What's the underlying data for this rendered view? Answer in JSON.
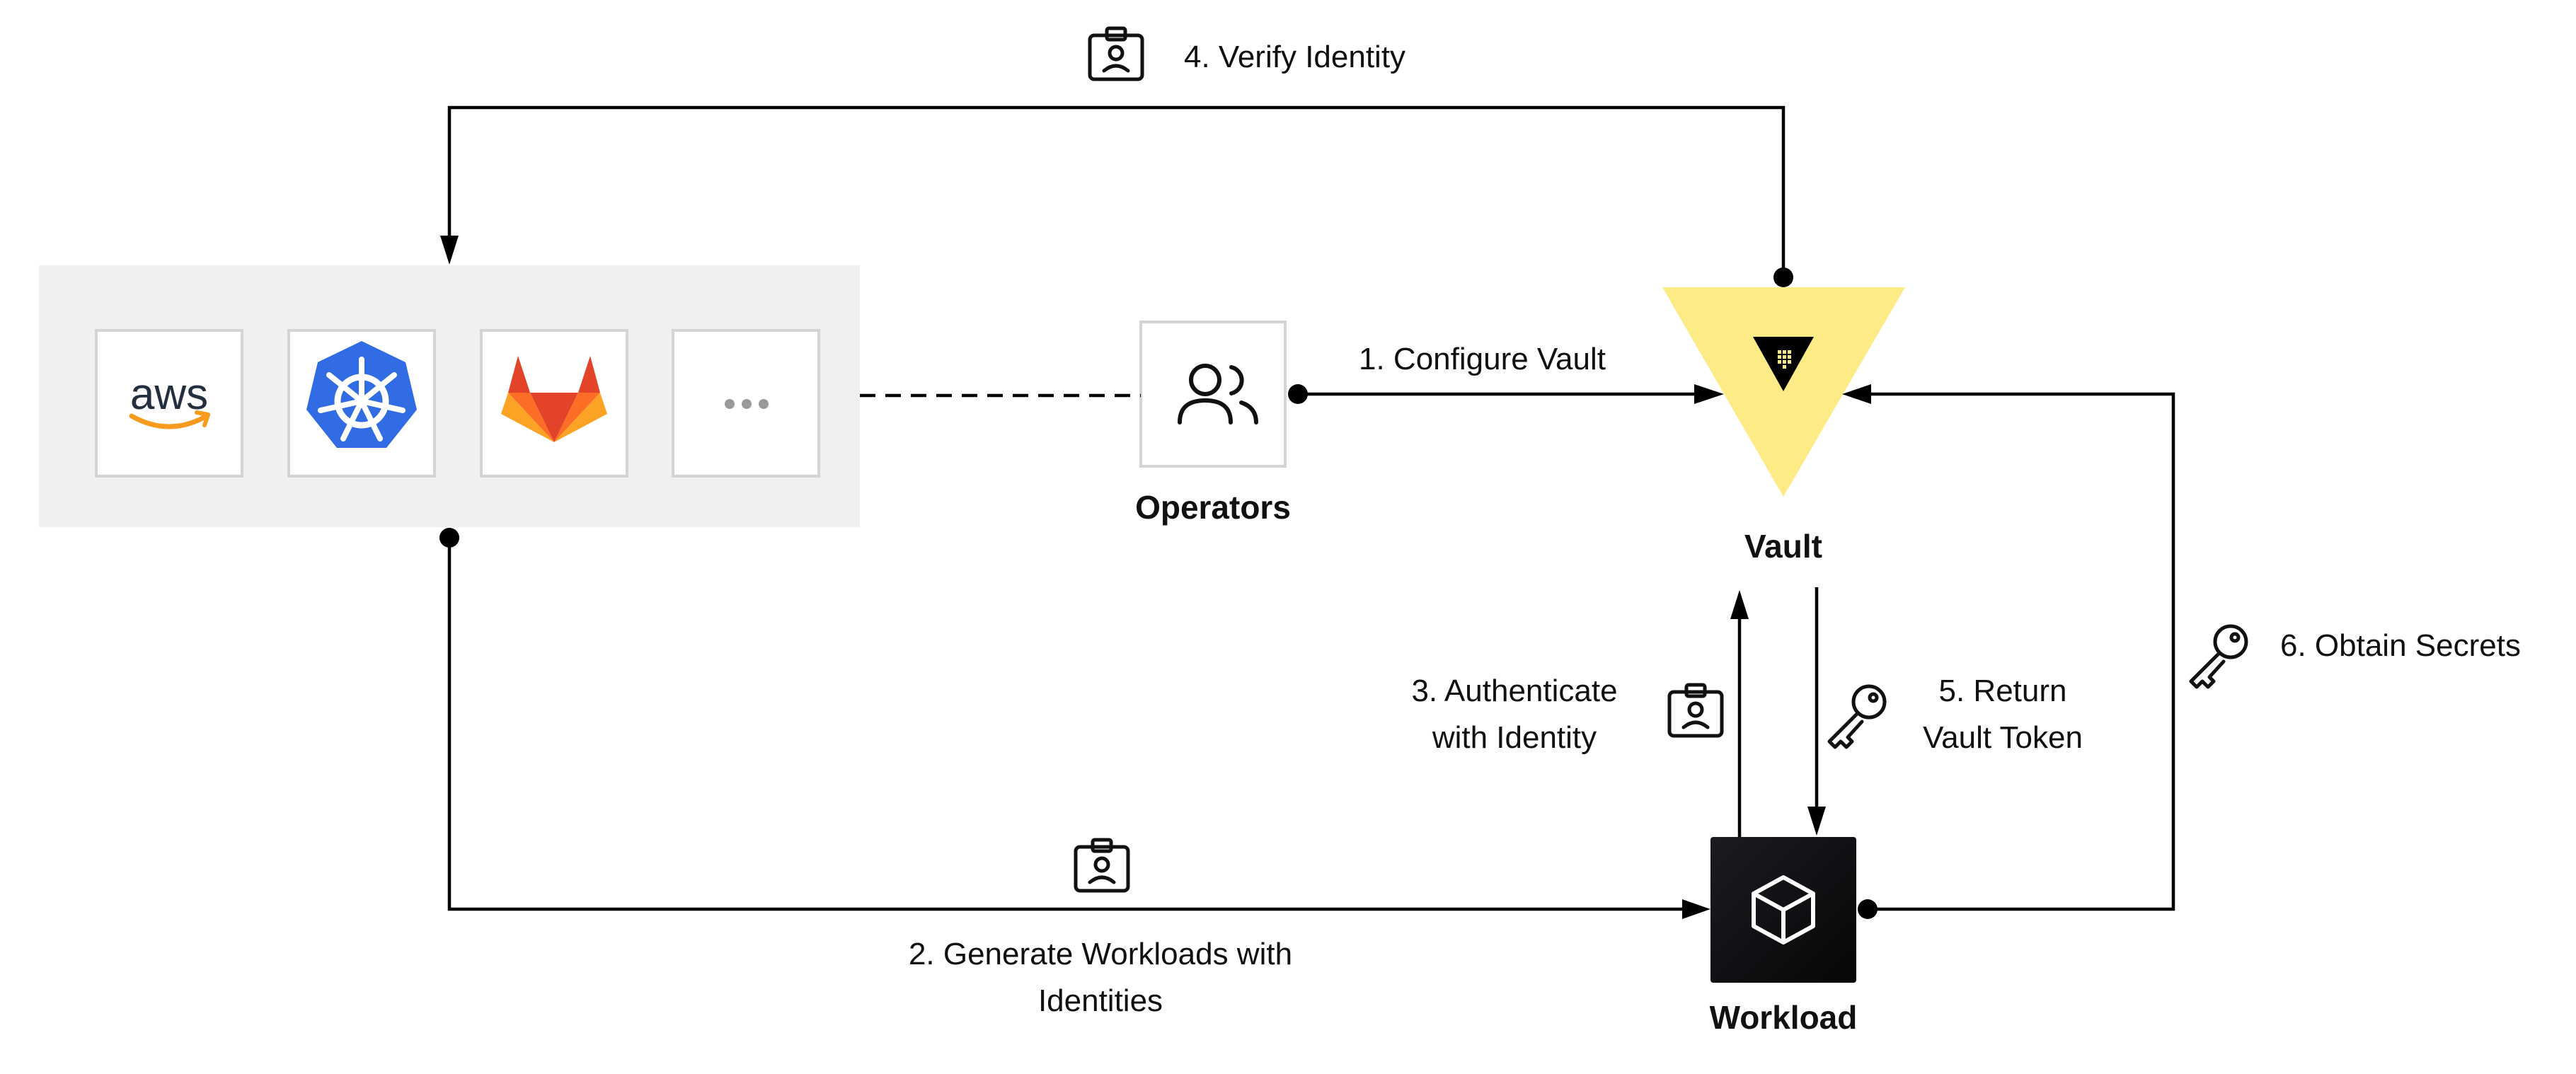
{
  "colors": {
    "line": "#000000",
    "panel": "#f0f0f0",
    "tile_border": "#d4d4d4",
    "vault_yellow": "#fdeb86",
    "vault_inner": "#000000",
    "workload_bg": "#111111",
    "aws_orange": "#f79b1e",
    "aws_text": "#232f3e",
    "k8s_blue": "#326ce5",
    "gitlab_orange_dark": "#e24329",
    "gitlab_orange": "#fc6d26",
    "gitlab_orange_light": "#fca326",
    "ellipsis_gray": "#9a9a9a"
  },
  "platforms": {
    "tiles": [
      {
        "id": "aws",
        "icon": "aws-logo-icon",
        "text": "aws"
      },
      {
        "id": "kubernetes",
        "icon": "kubernetes-logo-icon"
      },
      {
        "id": "gitlab",
        "icon": "gitlab-logo-icon"
      },
      {
        "id": "more",
        "icon": "ellipsis-icon"
      }
    ]
  },
  "nodes": {
    "operators": {
      "name": "Operators",
      "icon": "users-icon"
    },
    "vault": {
      "name": "Vault",
      "icon": "vault-logo-icon"
    },
    "workload": {
      "name": "Workload",
      "icon": "cube-icon"
    }
  },
  "steps": {
    "configure": "1. Configure Vault",
    "generate_line1": "2. Generate Workloads with",
    "generate_line2": "Identities",
    "authenticate_line1": "3. Authenticate",
    "authenticate_line2": "with Identity",
    "verify": "4. Verify Identity",
    "return_line1": "5. Return",
    "return_line2": "Vault Token",
    "obtain": "6. Obtain Secrets"
  },
  "icons": {
    "identity_badge": "id-badge-icon",
    "key": "key-icon"
  }
}
